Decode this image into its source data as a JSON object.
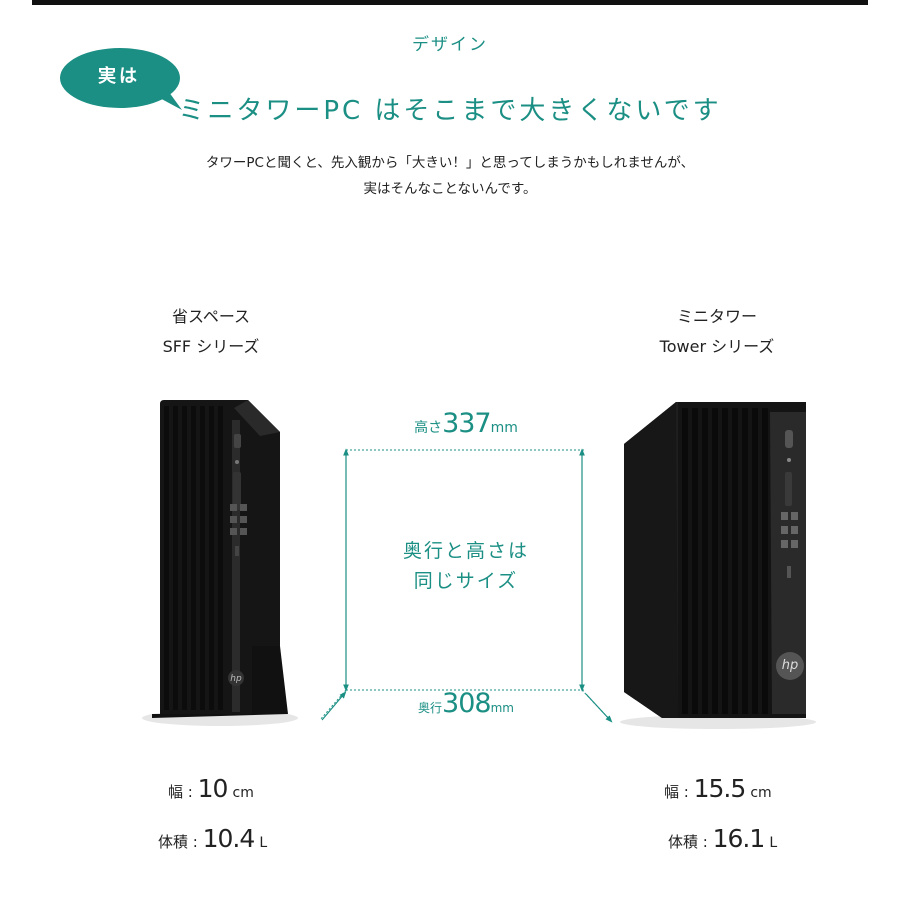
{
  "header": {
    "section_label": "デザイン",
    "bubble_text": "実は",
    "headline": "ミニタワーPC はそこまで大きくないです",
    "lead_line1": "タワーPCと聞くと、先入観から「大きい！」と思ってしまうかもしれませんが、",
    "lead_line2": "実はそんなことないんです。"
  },
  "sff": {
    "title_line1": "省スペース",
    "title_line2": "SFF シリーズ",
    "width_label": "幅 : ",
    "width_value": "10",
    "width_unit": "cm",
    "volume_label": "体積 : ",
    "volume_value": "10.4",
    "volume_unit": "L"
  },
  "tower": {
    "title_line1": "ミニタワー",
    "title_line2": "Tower シリーズ",
    "width_label": "幅 : ",
    "width_value": "15.5",
    "width_unit": "cm",
    "volume_label": "体積 : ",
    "volume_value": "16.1",
    "volume_unit": "L"
  },
  "dimensions": {
    "height_label": "高さ",
    "height_value": "337",
    "height_unit": "mm",
    "depth_label": "奥行",
    "depth_value": "308",
    "depth_unit": "mm",
    "note_line1": "奥行と高さは",
    "note_line2": "同じサイズ"
  },
  "logo_text": "hp",
  "colors": {
    "accent": "#1b8f84",
    "pc_body": "#1a1a1a",
    "top_bar": "#111111"
  },
  "icons": [
    "speech-bubble-icon",
    "hp-logo-icon"
  ]
}
